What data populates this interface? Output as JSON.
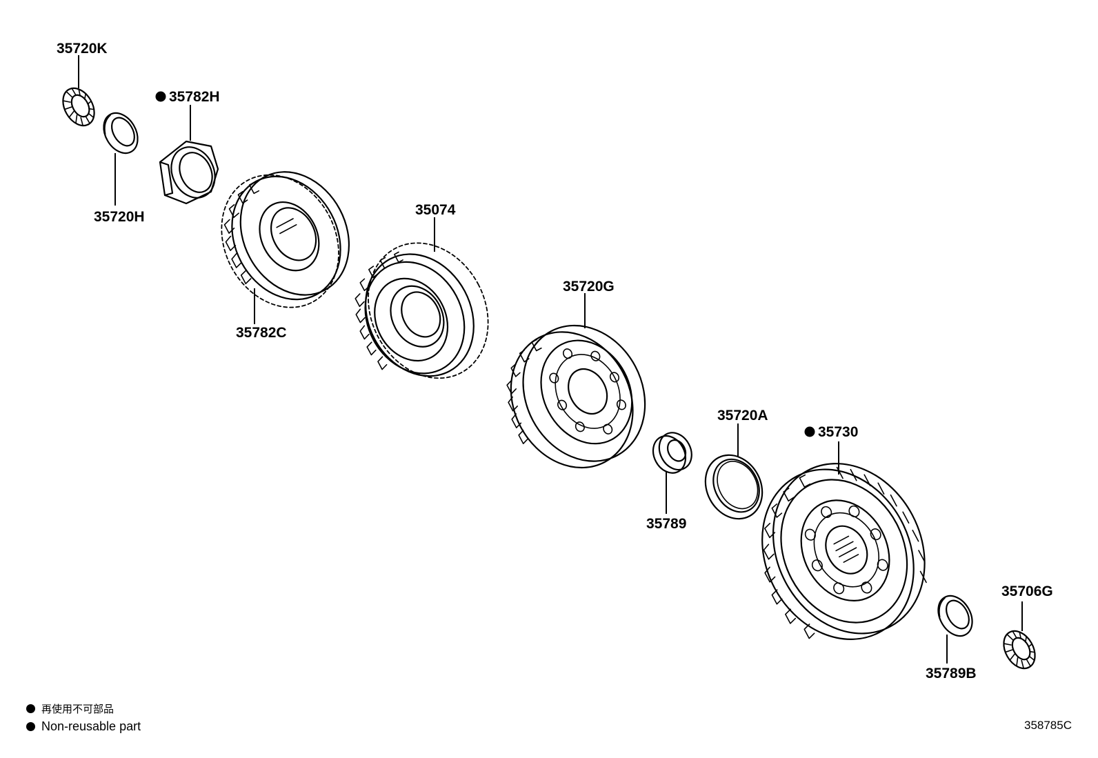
{
  "diagram": {
    "parts": [
      {
        "id": "35720K",
        "label": "35720K",
        "non_reusable": false
      },
      {
        "id": "35782H",
        "label": "35782H",
        "non_reusable": true
      },
      {
        "id": "35720H",
        "label": "35720H",
        "non_reusable": false
      },
      {
        "id": "35782C",
        "label": "35782C",
        "non_reusable": false
      },
      {
        "id": "35074",
        "label": "35074",
        "non_reusable": false
      },
      {
        "id": "35720G",
        "label": "35720G",
        "non_reusable": false
      },
      {
        "id": "35720A",
        "label": "35720A",
        "non_reusable": false
      },
      {
        "id": "35730",
        "label": "35730",
        "non_reusable": true
      },
      {
        "id": "35789",
        "label": "35789",
        "non_reusable": false
      },
      {
        "id": "35706G",
        "label": "35706G",
        "non_reusable": false
      },
      {
        "id": "35789B",
        "label": "35789B",
        "non_reusable": false
      }
    ],
    "legend": {
      "jp": "再使用不可部品",
      "en": "Non-reusable part"
    },
    "reference_code": "358785C"
  }
}
